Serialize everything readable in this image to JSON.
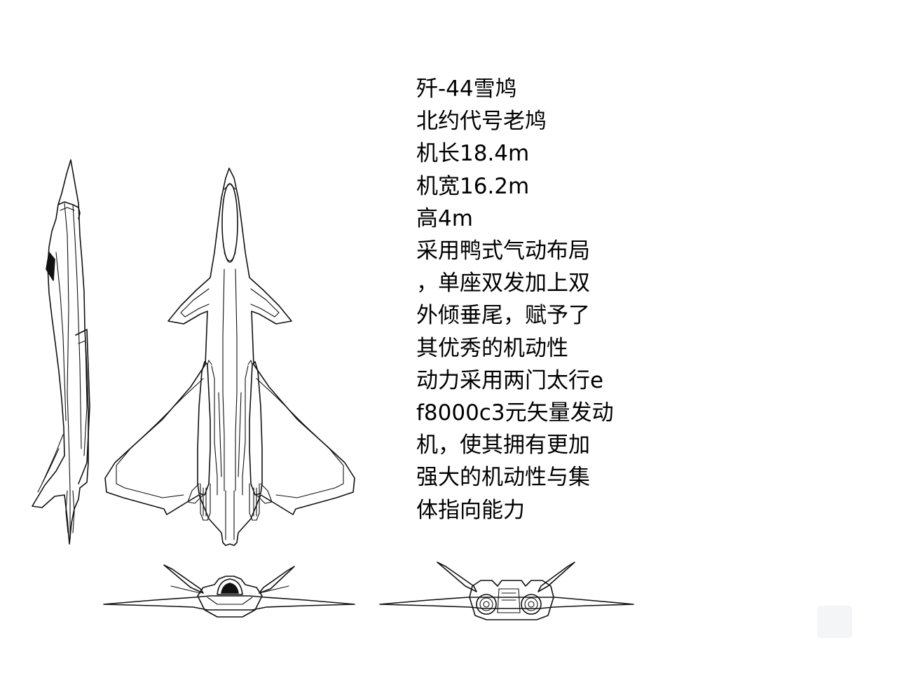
{
  "spec_lines": [
    "歼-44雪鸠",
    "北约代号老鸠",
    "机长18.4m",
    "机宽16.2m",
    "高4m",
    "采用鸭式气动布局",
    "，单座双发加上双",
    "外倾垂尾，赋予了",
    "其优秀的机动性",
    "动力采用两门太行e",
    "f8000c3元矢量发动",
    "机，使其拥有更加",
    "强大的机动性与集",
    "体指向能力"
  ],
  "views": {
    "side": "side-view",
    "top": "top-view",
    "front": "front-view",
    "rear": "rear-view"
  },
  "colors": {
    "line": "#111111",
    "background": "#ffffff",
    "text": "#000000"
  }
}
